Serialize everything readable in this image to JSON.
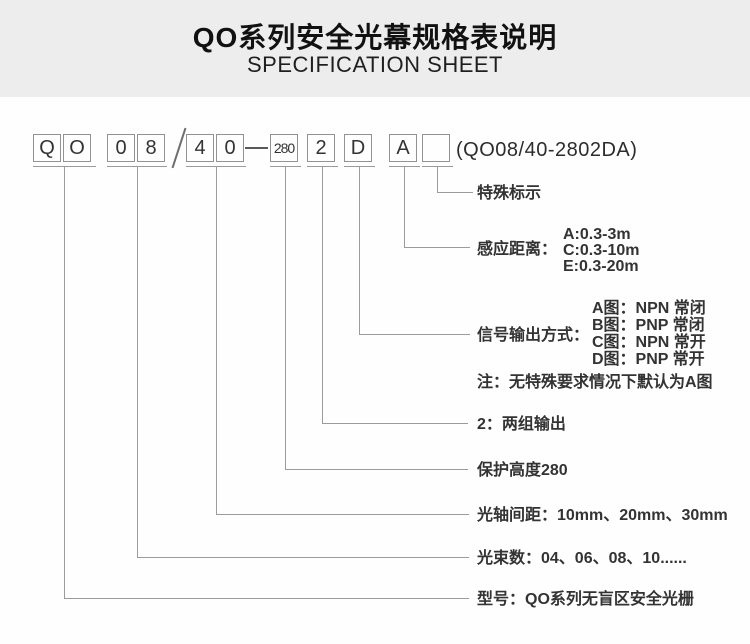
{
  "header": {
    "title": "QO系列安全光幕规格表说明",
    "subtitle": "SPECIFICATION SHEET"
  },
  "model": {
    "boxes": [
      "Q",
      "O",
      "0",
      "8",
      "4",
      "0",
      "280",
      "2",
      "D",
      "A",
      ""
    ],
    "full_code": "(QO08/40-2802DA)"
  },
  "callouts": {
    "special_mark": {
      "label": "特殊标示"
    },
    "sensing_distance": {
      "label": "感应距离：",
      "options": [
        "A:0.3-3m",
        "C:0.3-10m",
        "E:0.3-20m"
      ]
    },
    "signal_output": {
      "label": "信号输出方式：",
      "options": [
        "A图：NPN 常闭",
        "B图：PNP 常闭",
        "C图：NPN 常开",
        "D图：PNP 常开"
      ],
      "note": "注：无特殊要求情况下默认为A图"
    },
    "output_groups": {
      "label": "2：两组输出"
    },
    "protection_height": {
      "label": "保护高度280"
    },
    "axis_pitch": {
      "label": "光轴间距：10mm、20mm、30mm"
    },
    "beam_count": {
      "label": "光束数：04、06、08、10......"
    },
    "model_name": {
      "label": "型号：QO系列无盲区安全光栅"
    }
  },
  "colors": {
    "band_background": "#ededed",
    "line_gray": "#9b9b9b",
    "text_dark": "#2f2f2f"
  }
}
